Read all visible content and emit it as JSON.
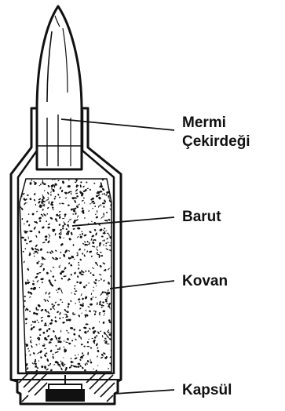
{
  "labels": {
    "bullet_line1": "Mermi",
    "bullet_line2": "Çekirdeği",
    "powder": "Barut",
    "case": "Kovan",
    "primer": "Kapsül"
  },
  "colors": {
    "ink": "#111111",
    "paper": "#ffffff"
  }
}
